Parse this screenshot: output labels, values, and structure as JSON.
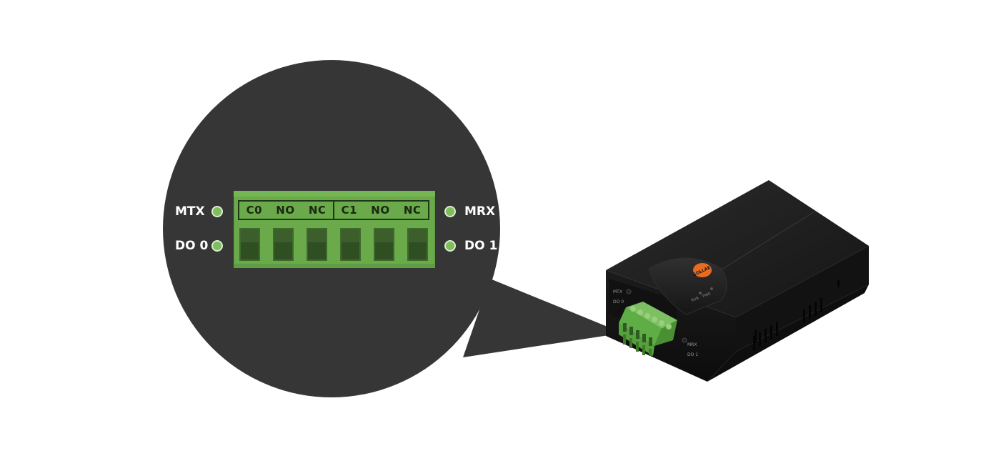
{
  "callout": {
    "pins_group_0": [
      "C0",
      "NO",
      "NC"
    ],
    "pins_group_1": [
      "C1",
      "NO",
      "NC"
    ],
    "led_labels": {
      "mtx": "MTX",
      "do0": "DO 0",
      "mrx": "MRX",
      "do1": "DO 1"
    }
  },
  "device": {
    "brand": "SOLLAE",
    "indicator_labels": [
      "RUN",
      "PWR"
    ],
    "side_labels_left": [
      "MTX",
      "DO 0"
    ],
    "side_labels_right": [
      "MRX",
      "DO 1"
    ]
  },
  "colors": {
    "callout_bg": "#363636",
    "terminal_green": "#6aaa4a",
    "slot_dark": "#2f4f22",
    "led_green": "#7fbe5c",
    "device_body": "#1a1a1a",
    "brand_orange": "#e86b1f"
  }
}
